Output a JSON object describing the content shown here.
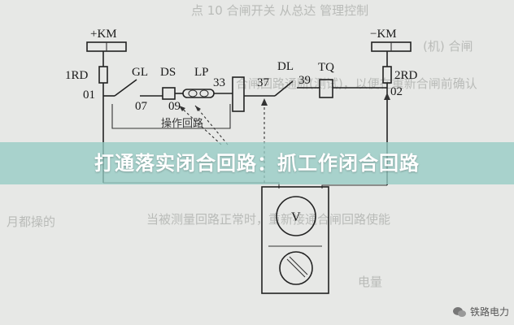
{
  "banner": {
    "text": "打通落实闭合回路：抓工作闭合回路",
    "color": "#96ccc4"
  },
  "watermark": {
    "text": "铁路电力",
    "icon": "wechat-icon"
  },
  "diagram": {
    "positive_bus": "+KM",
    "negative_bus": "−KM",
    "fuse_left": "1RD",
    "fuse_right": "2RD",
    "nodes": [
      "01",
      "07",
      "09",
      "33",
      "37",
      "39",
      "02"
    ],
    "components": [
      "GL",
      "DS",
      "LP",
      "DL",
      "TQ"
    ],
    "circuit_caption": "操作回路",
    "meter_label": "V"
  },
  "background_lines": [
    "点 10 合闸开关 从总达 管理控制",
    "(机) 合闸",
    "合闸回路通断(测试)，以便在重新合闸前确认",
    "月都操的",
    "当被测量回路正常时，重新接通合闸回路使能",
    "电量"
  ]
}
